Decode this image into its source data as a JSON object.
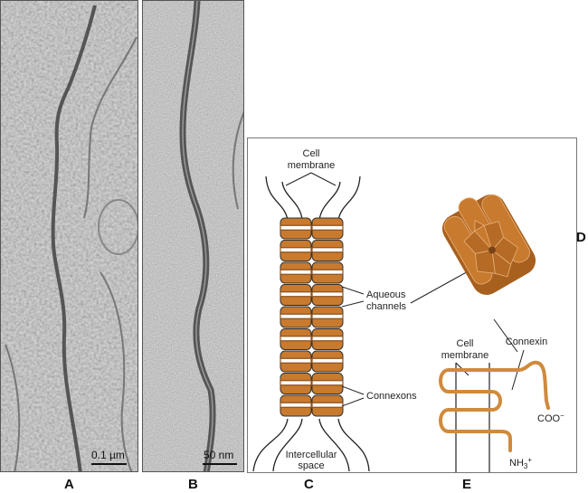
{
  "panels": {
    "A": {
      "letter": "A",
      "type": "electron-micrograph",
      "scale_bar_label": "0.1 µm"
    },
    "B": {
      "letter": "B",
      "type": "electron-micrograph",
      "scale_bar_label": "50 nm"
    },
    "C": {
      "letter": "C"
    },
    "D": {
      "letter": "D"
    },
    "E": {
      "letter": "E"
    }
  },
  "diagram_c": {
    "label_cell_membrane_line1": "Cell",
    "label_cell_membrane_line2": "membrane",
    "label_aqueous_line1": "Aqueous",
    "label_aqueous_line2": "channels",
    "label_connexons": "Connexons",
    "label_intercellular_line1": "Intercellular",
    "label_intercellular_line2": "space",
    "connexon_pairs": 9
  },
  "diagram_e": {
    "label_cell_membrane_line1": "Cell",
    "label_cell_membrane_line2": "membrane",
    "label_connexin": "Connexin",
    "label_coo": "COO",
    "label_coo_sup": "−",
    "label_nh": "NH",
    "label_nh_sub": "3",
    "label_nh_sup": "+"
  },
  "colors": {
    "connexon_fill": "#c87a2e",
    "connexon_dark": "#8a4f1c",
    "connexin_strand": "#d08a3c",
    "outline": "#222222"
  }
}
